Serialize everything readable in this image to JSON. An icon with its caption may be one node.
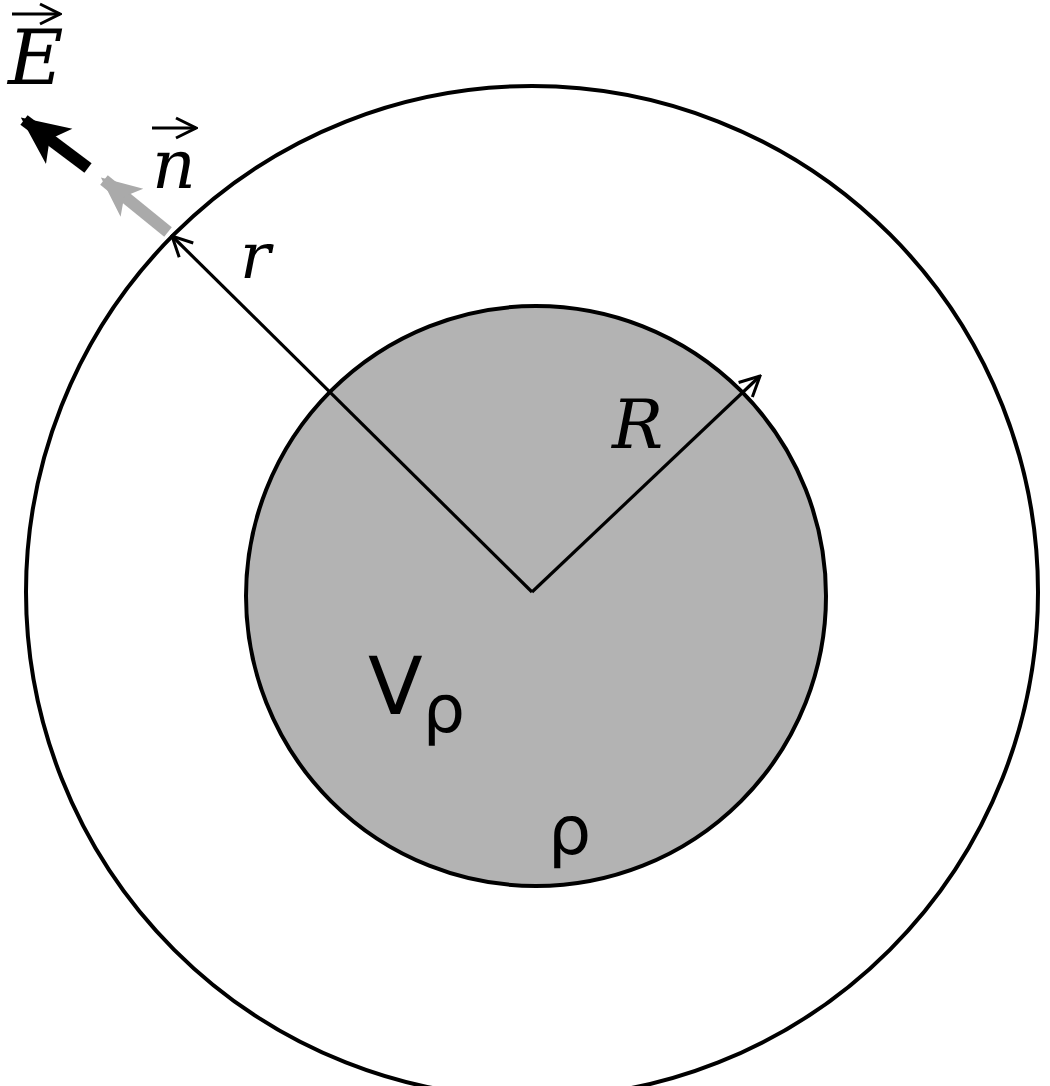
{
  "diagram": {
    "nodes": [
      {
        "text": [],
        "shape": "circle"
      },
      {
        "text": [
          "V$_{ρ}$",
          "ρ"
        ],
        "in": 0
      }
    ],
    "edges": [],
    "labels": [
      "E",
      "n",
      "r",
      "R"
    ]
  }
}
